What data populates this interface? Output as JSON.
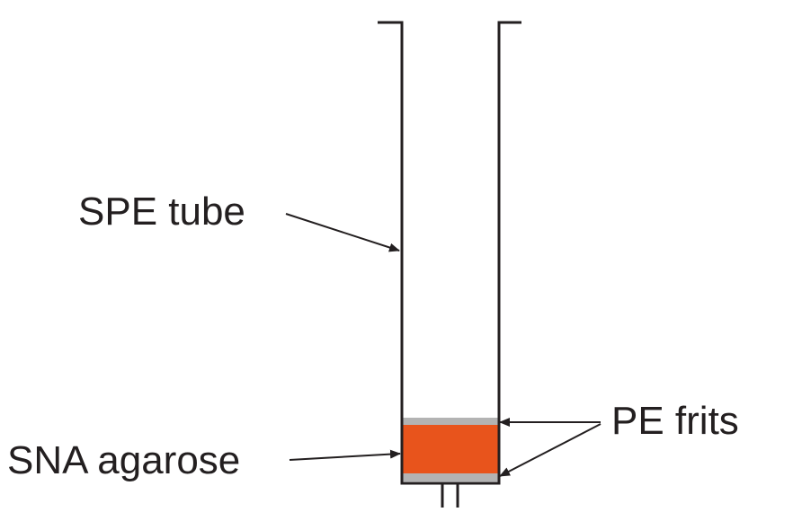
{
  "labels": {
    "spe_tube": "SPE tube",
    "sna_agarose": "SNA agarose",
    "pe_frits": "PE frits"
  },
  "colors": {
    "line": "#231f20",
    "agarose": "#e8541c",
    "frit": "#b3b3b3",
    "background": "#ffffff"
  }
}
